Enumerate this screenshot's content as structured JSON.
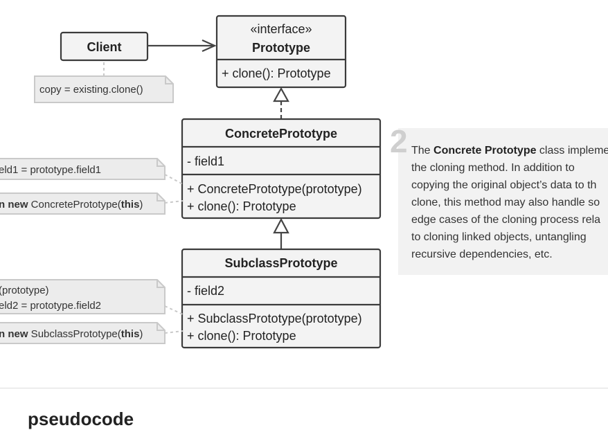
{
  "diagram": {
    "client": {
      "title": "Client"
    },
    "client_note": "copy = existing.clone()",
    "prototype": {
      "stereotype": "«interface»",
      "title": "Prototype",
      "method": "+ clone(): Prototype"
    },
    "concrete": {
      "title": "ConcretePrototype",
      "field": "- field1",
      "ctor": "+ ConcretePrototype(prototype)",
      "method": "+ clone(): Prototype"
    },
    "concrete_notes": {
      "ctor_note": "eld1 = prototype.field1",
      "clone_note": {
        "kw": "n new",
        "mid": " ConcretePrototype(",
        "this": "this",
        "end": ")"
      }
    },
    "subclass": {
      "title": "SubclassPrototype",
      "field": "- field2",
      "ctor": "+ SubclassPrototype(prototype)",
      "method": "+ clone(): Prototype"
    },
    "subclass_notes": {
      "ctor_note_line1": "(prototype)",
      "ctor_note_line2": "eld2 = prototype.field2",
      "clone_note": {
        "kw": "n new",
        "mid": " SubclassPrototype(",
        "this": "this",
        "end": ")"
      }
    }
  },
  "callout": {
    "number": "2",
    "lines": [
      {
        "pre": "The ",
        "bold": "Concrete Prototype",
        "post": " class impleme"
      },
      {
        "pre": "the cloning method. In addition to",
        "bold": "",
        "post": ""
      },
      {
        "pre": "copying the original object’s data to th",
        "bold": "",
        "post": ""
      },
      {
        "pre": "clone, this method may also handle so",
        "bold": "",
        "post": ""
      },
      {
        "pre": "edge cases of the cloning process rela",
        "bold": "",
        "post": ""
      },
      {
        "pre": "to cloning linked objects, untangling",
        "bold": "",
        "post": ""
      },
      {
        "pre": "recursive dependencies, etc.",
        "bold": "",
        "post": ""
      }
    ]
  },
  "bottom_heading": "pseudocode"
}
